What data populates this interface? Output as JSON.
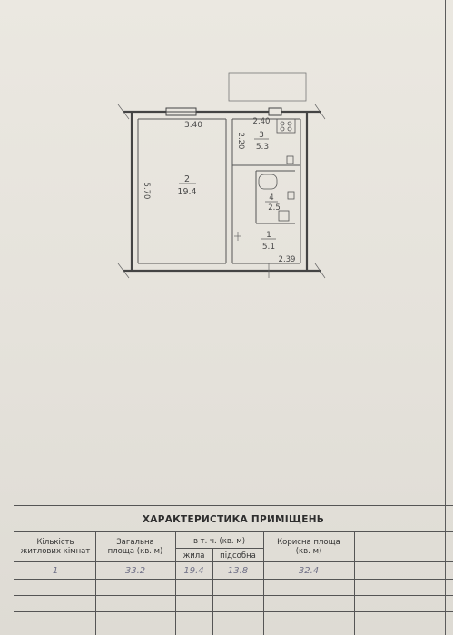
{
  "plan": {
    "rooms": [
      {
        "number": "2",
        "area": "19.4"
      },
      {
        "number": "3",
        "area": "5.3"
      },
      {
        "number": "4",
        "area": "2.5"
      },
      {
        "number": "1",
        "area": "5.1"
      }
    ],
    "dimensions": {
      "room2_width": "3.40",
      "room3_width": "2.40",
      "room2_length": "5.70",
      "room3_length": "2.20",
      "corridor_width": "2.39"
    }
  },
  "table": {
    "title": "ХАРАКТЕРИСТИКА ПРИМІЩЕНЬ",
    "col_rooms_line1": "Кількість",
    "col_rooms_line2": "житлових кімнат",
    "col_total_line1": "Загальна",
    "col_total_line2": "площа (кв. м)",
    "col_incl": "в т. ч. (кв. м)",
    "col_living": "жила",
    "col_aux": "підсобна",
    "col_useful_line1": "Корисна площа",
    "col_useful_line2": "(кв. м)",
    "values": {
      "rooms": "1",
      "total": "33.2",
      "living": "19.4",
      "aux": "13.8",
      "useful": "32.4"
    }
  }
}
